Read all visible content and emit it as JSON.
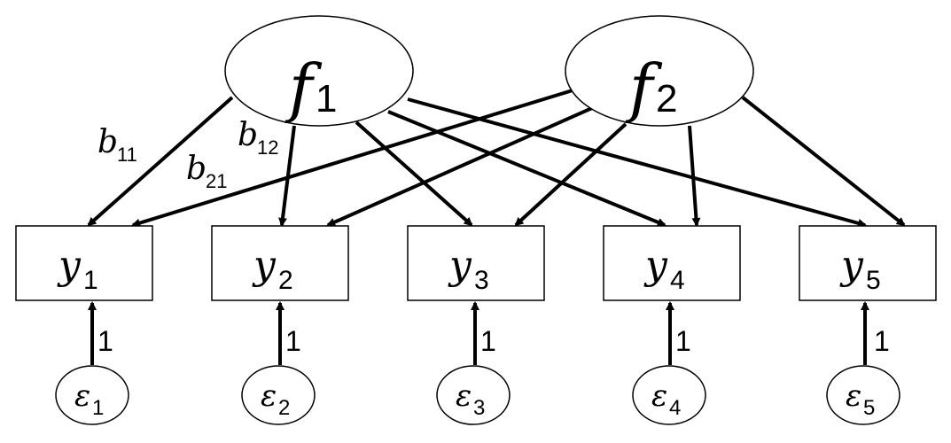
{
  "factors": [
    {
      "id": "f1",
      "symbol": "f",
      "sub": "1"
    },
    {
      "id": "f2",
      "symbol": "f",
      "sub": "2"
    }
  ],
  "observed": [
    {
      "id": "y1",
      "symbol": "y",
      "sub": "1"
    },
    {
      "id": "y2",
      "symbol": "y",
      "sub": "2"
    },
    {
      "id": "y3",
      "symbol": "y",
      "sub": "3"
    },
    {
      "id": "y4",
      "symbol": "y",
      "sub": "4"
    },
    {
      "id": "y5",
      "symbol": "y",
      "sub": "5"
    }
  ],
  "errors": [
    {
      "id": "e1",
      "symbol": "ε",
      "sub": "1"
    },
    {
      "id": "e2",
      "symbol": "ε",
      "sub": "2"
    },
    {
      "id": "e3",
      "symbol": "ε",
      "sub": "3"
    },
    {
      "id": "e4",
      "symbol": "ε",
      "sub": "4"
    },
    {
      "id": "e5",
      "symbol": "ε",
      "sub": "5"
    }
  ],
  "loading_labels": [
    {
      "id": "b11",
      "symbol": "b",
      "sub": "11"
    },
    {
      "id": "b12",
      "symbol": "b",
      "sub": "12"
    },
    {
      "id": "b21",
      "symbol": "b",
      "sub": "21"
    }
  ],
  "error_path_label": "1"
}
